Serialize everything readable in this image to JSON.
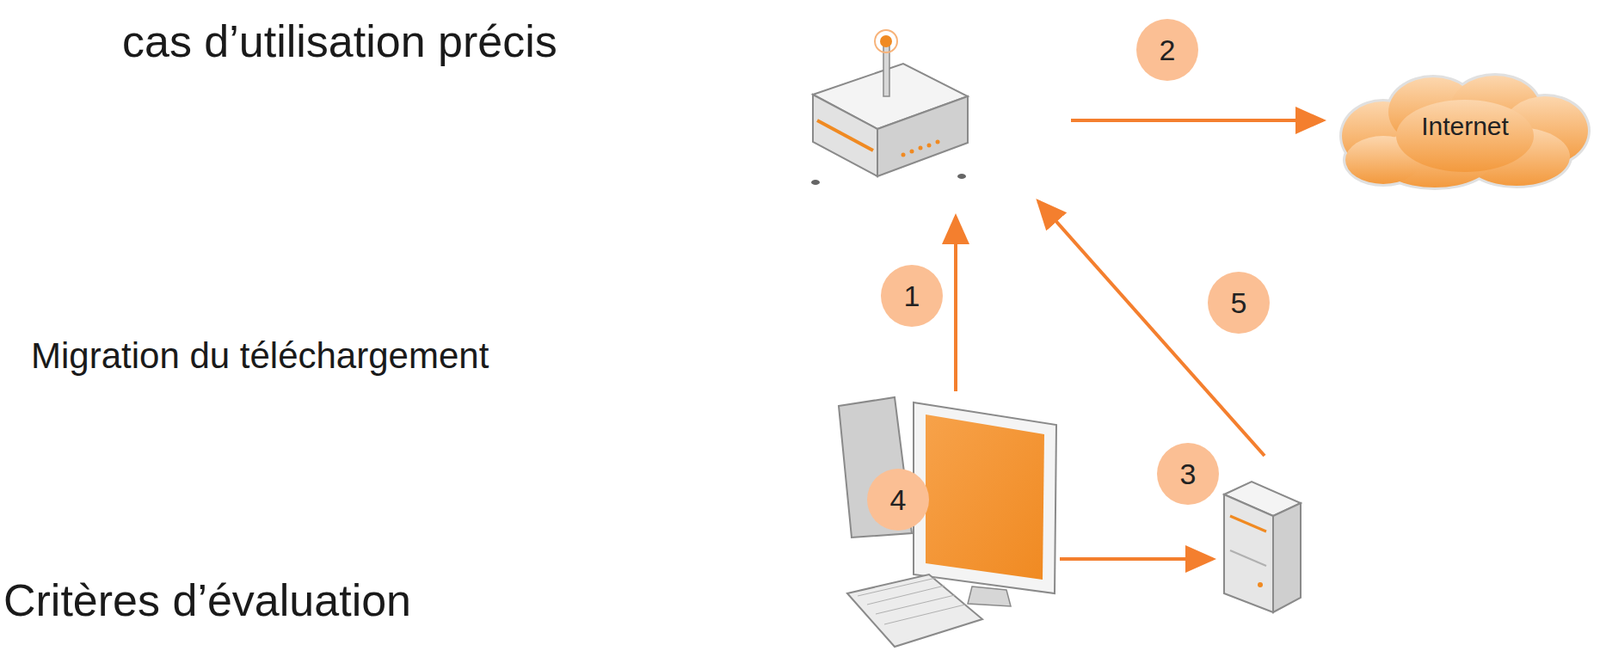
{
  "diagram": {
    "nodes": [
      {
        "text": [
          "Internet"
        ]
      }
    ],
    "labels": [
      "cas d’utilisation précis",
      "2",
      "1",
      "5",
      "Migration du téléchargement",
      "3",
      "4",
      "Critères d’évaluation"
    ]
  }
}
